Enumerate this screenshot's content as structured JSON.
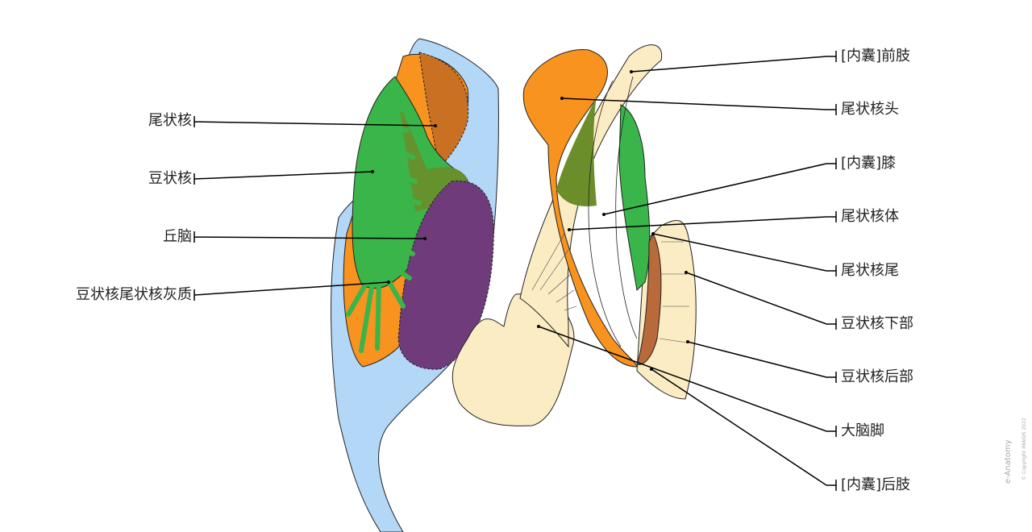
{
  "left_labels": [
    "尾状核",
    "豆状核",
    "丘脑",
    "豆状核尾状核灰质"
  ],
  "right_labels": [
    "[内囊]前肢",
    "尾状核头",
    "[内囊]膝",
    "尾状核体",
    "尾状核尾",
    "豆状核下部",
    "豆状核后部",
    "大脑脚",
    "[内囊]后肢"
  ],
  "watermark": {
    "brand": "e-Anatomy",
    "copyright": "© Copyright IMAIOS 2022"
  },
  "colors": {
    "caudate": "#f7931e",
    "lentiform": "#39b54a",
    "thalamus": "#6f3b7a",
    "capsule": "#b3d7f7",
    "peduncle": "#fcecc4"
  }
}
